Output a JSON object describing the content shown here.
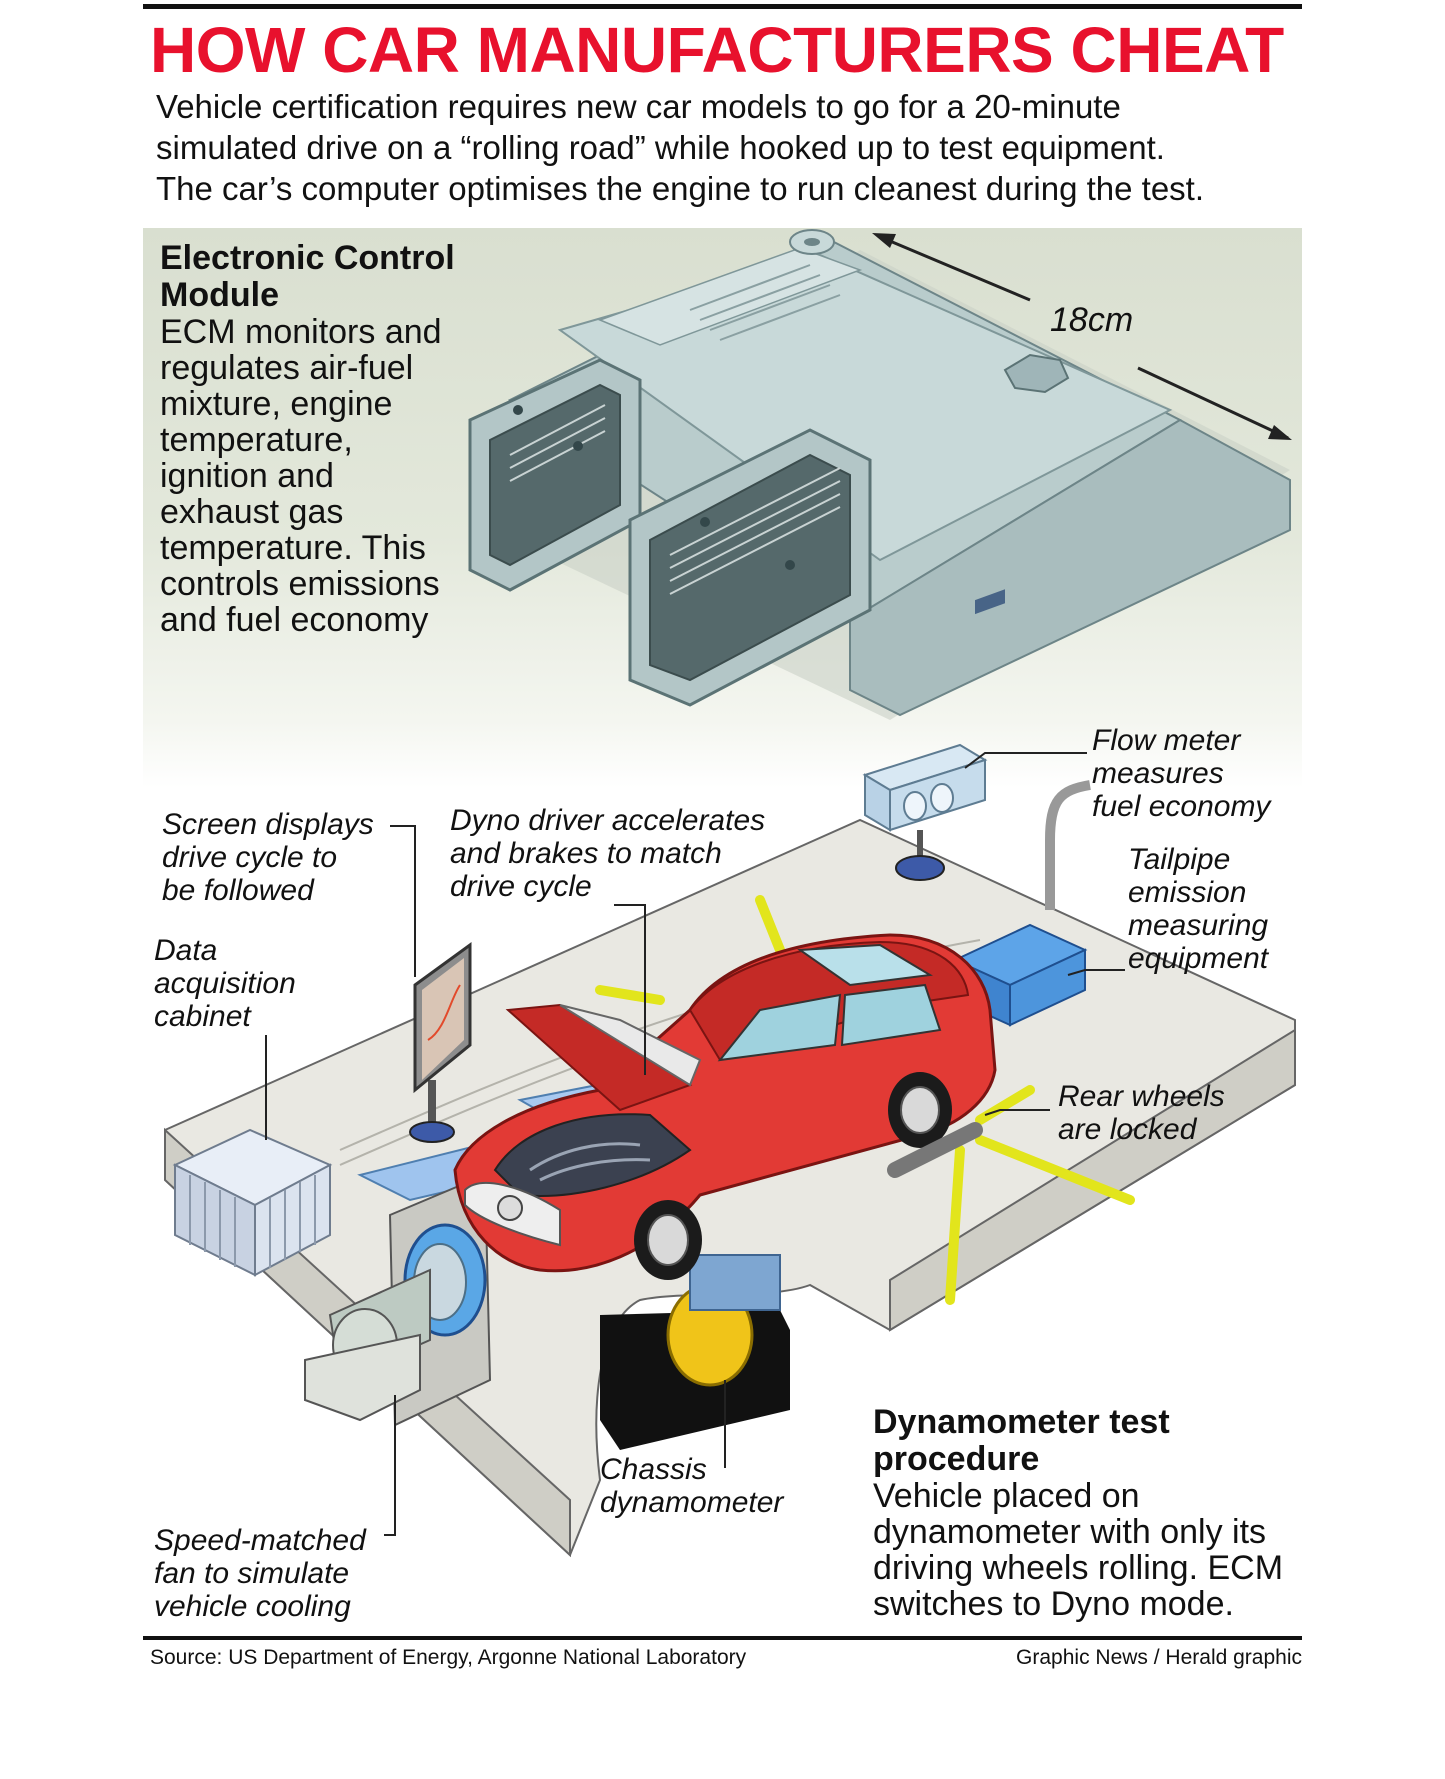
{
  "title": "HOW CAR MANUFACTURERS CHEAT",
  "intro": [
    "Vehicle certification requires new car models to go for a 20-minute",
    "simulated drive on a “rolling road” while hooked up to test equipment.",
    "The car’s computer optimises the engine to run cleanest during the test."
  ],
  "ecm": {
    "heading": [
      "Electronic Control",
      "Module"
    ],
    "body": [
      "ECM monitors and",
      "regulates air-fuel",
      "mixture, engine",
      "temperature,",
      "ignition and",
      "exhaust gas",
      "temperature. This",
      "controls emissions",
      "and fuel economy"
    ],
    "dimension": "18cm"
  },
  "labels": {
    "flow_meter": [
      "Flow meter",
      "measures",
      "fuel economy"
    ],
    "screen": [
      "Screen displays",
      "drive cycle to",
      "be followed"
    ],
    "dyno_driver": [
      "Dyno driver accelerates",
      "and brakes to match",
      "drive cycle"
    ],
    "tailpipe": [
      "Tailpipe",
      "emission",
      "measuring",
      "equipment"
    ],
    "data_cabinet": [
      "Data",
      "acquisition",
      "cabinet"
    ],
    "rear_wheels": [
      "Rear wheels",
      "are locked"
    ],
    "chassis": [
      "Chassis",
      "dynamometer"
    ],
    "fan": [
      "Speed-matched",
      "fan to simulate",
      "vehicle cooling"
    ]
  },
  "dyno": {
    "heading": [
      "Dynamometer test",
      "procedure"
    ],
    "body": [
      "Vehicle placed on",
      "dynamometer with only its",
      "driving wheels rolling. ECM",
      "switches to Dyno mode."
    ]
  },
  "footer": {
    "source": "Source: US Department of Energy, Argonne National Laboratory",
    "credit": "Graphic News / Herald graphic"
  },
  "colors": {
    "title_red": "#e8112d",
    "car_red": "#e23a35",
    "dyno_yellow": "#e2e51c",
    "panel_green": "#dce2d4",
    "equipment_blue": "#7db8e6"
  }
}
